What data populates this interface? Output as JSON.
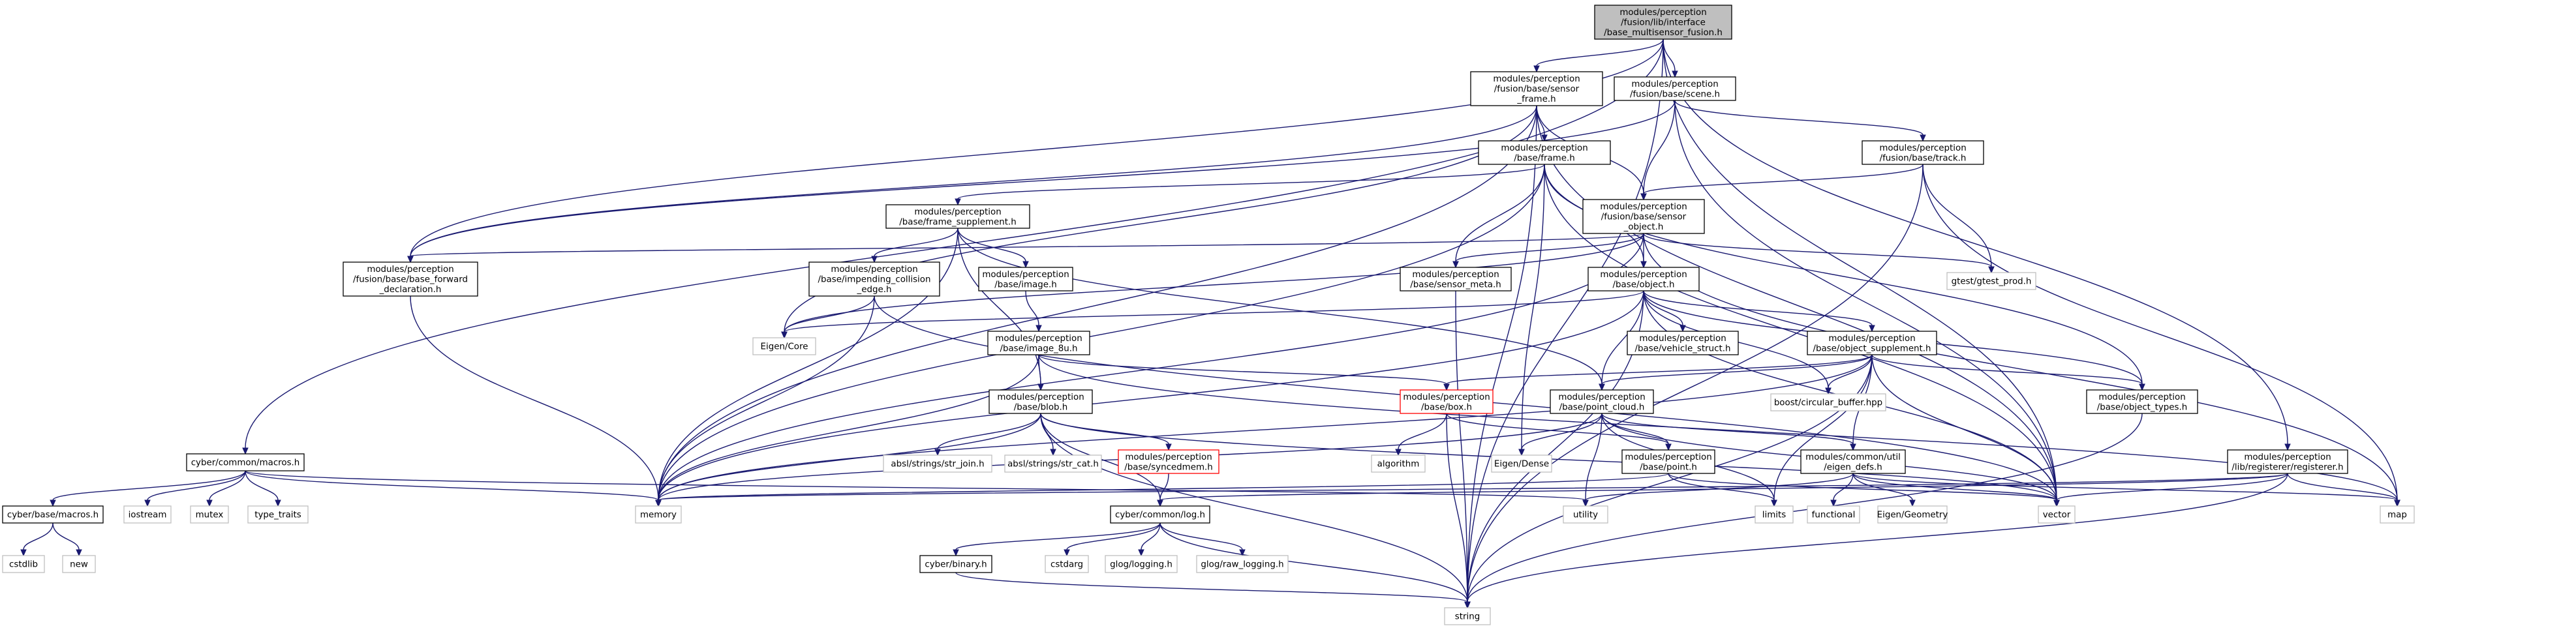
{
  "diagram": {
    "nodes": [
      {
        "id": "n0",
        "style": "root",
        "lines": [
          "modules/perception",
          "/fusion/lib/interface",
          "/base_multisensor_fusion.h"
        ]
      },
      {
        "id": "n1",
        "style": "normal",
        "lines": [
          "modules/perception",
          "/fusion/base/sensor",
          "_frame.h"
        ]
      },
      {
        "id": "n2",
        "style": "normal",
        "lines": [
          "modules/perception",
          "/fusion/base/scene.h"
        ]
      },
      {
        "id": "n3",
        "style": "normal",
        "lines": [
          "modules/perception",
          "/base/frame.h"
        ]
      },
      {
        "id": "n4",
        "style": "normal",
        "lines": [
          "modules/perception",
          "/fusion/base/track.h"
        ]
      },
      {
        "id": "n5",
        "style": "normal",
        "lines": [
          "modules/perception",
          "/base/frame_supplement.h"
        ]
      },
      {
        "id": "n6",
        "style": "normal",
        "lines": [
          "modules/perception",
          "/fusion/base/sensor",
          "_object.h"
        ]
      },
      {
        "id": "n7",
        "style": "normal",
        "lines": [
          "modules/perception",
          "/fusion/base/base_forward",
          "_declaration.h"
        ]
      },
      {
        "id": "n8",
        "style": "normal",
        "lines": [
          "modules/perception",
          "/base/impending_collision",
          "_edge.h"
        ]
      },
      {
        "id": "n9",
        "style": "normal",
        "lines": [
          "modules/perception",
          "/base/image.h"
        ]
      },
      {
        "id": "n10",
        "style": "normal",
        "lines": [
          "modules/perception",
          "/base/sensor_meta.h"
        ]
      },
      {
        "id": "n11",
        "style": "normal",
        "lines": [
          "modules/perception",
          "/base/object.h"
        ]
      },
      {
        "id": "n12",
        "style": "gray",
        "lines": [
          "gtest/gtest_prod.h"
        ]
      },
      {
        "id": "n13",
        "style": "gray",
        "lines": [
          "Eigen/Core"
        ]
      },
      {
        "id": "n14",
        "style": "normal",
        "lines": [
          "modules/perception",
          "/base/image_8u.h"
        ]
      },
      {
        "id": "n15",
        "style": "normal",
        "lines": [
          "modules/perception",
          "/base/vehicle_struct.h"
        ]
      },
      {
        "id": "n16",
        "style": "normal",
        "lines": [
          "modules/perception",
          "/base/object_supplement.h"
        ]
      },
      {
        "id": "n17",
        "style": "normal",
        "lines": [
          "modules/perception",
          "/base/blob.h"
        ]
      },
      {
        "id": "n18",
        "style": "red",
        "lines": [
          "modules/perception",
          "/base/box.h"
        ]
      },
      {
        "id": "n19",
        "style": "normal",
        "lines": [
          "modules/perception",
          "/base/point_cloud.h"
        ]
      },
      {
        "id": "n20",
        "style": "gray",
        "lines": [
          "boost/circular_buffer.hpp"
        ]
      },
      {
        "id": "n21",
        "style": "normal",
        "lines": [
          "modules/perception",
          "/base/object_types.h"
        ]
      },
      {
        "id": "n22",
        "style": "normal",
        "lines": [
          "cyber/common/macros.h"
        ]
      },
      {
        "id": "n23",
        "style": "gray",
        "lines": [
          "absl/strings/str_join.h"
        ]
      },
      {
        "id": "n24",
        "style": "gray",
        "lines": [
          "absl/strings/str_cat.h"
        ]
      },
      {
        "id": "n25",
        "style": "red",
        "lines": [
          "modules/perception",
          "/base/syncedmem.h"
        ]
      },
      {
        "id": "n26",
        "style": "gray",
        "lines": [
          "algorithm"
        ]
      },
      {
        "id": "n27",
        "style": "gray",
        "lines": [
          "Eigen/Dense"
        ]
      },
      {
        "id": "n28",
        "style": "normal",
        "lines": [
          "modules/perception",
          "/base/point.h"
        ]
      },
      {
        "id": "n29",
        "style": "normal",
        "lines": [
          "modules/common/util",
          "/eigen_defs.h"
        ]
      },
      {
        "id": "n30",
        "style": "normal",
        "lines": [
          "modules/perception",
          "/lib/registerer/registerer.h"
        ]
      },
      {
        "id": "n31",
        "style": "normal",
        "lines": [
          "cyber/base/macros.h"
        ]
      },
      {
        "id": "n32",
        "style": "gray",
        "lines": [
          "iostream"
        ]
      },
      {
        "id": "n33",
        "style": "gray",
        "lines": [
          "mutex"
        ]
      },
      {
        "id": "n34",
        "style": "gray",
        "lines": [
          "type_traits"
        ]
      },
      {
        "id": "n35",
        "style": "gray",
        "lines": [
          "memory"
        ]
      },
      {
        "id": "n36",
        "style": "normal",
        "lines": [
          "cyber/common/log.h"
        ]
      },
      {
        "id": "n37",
        "style": "gray",
        "lines": [
          "utility"
        ]
      },
      {
        "id": "n38",
        "style": "gray",
        "lines": [
          "limits"
        ]
      },
      {
        "id": "n39",
        "style": "gray",
        "lines": [
          "vector"
        ]
      },
      {
        "id": "n40",
        "style": "gray",
        "lines": [
          "functional"
        ]
      },
      {
        "id": "n41",
        "style": "gray",
        "lines": [
          "Eigen/Geometry"
        ]
      },
      {
        "id": "n42",
        "style": "gray",
        "lines": [
          "map"
        ]
      },
      {
        "id": "n43",
        "style": "gray",
        "lines": [
          "cstdlib"
        ]
      },
      {
        "id": "n44",
        "style": "gray",
        "lines": [
          "new"
        ]
      },
      {
        "id": "n45",
        "style": "normal",
        "lines": [
          "cyber/binary.h"
        ]
      },
      {
        "id": "n46",
        "style": "gray",
        "lines": [
          "cstdarg"
        ]
      },
      {
        "id": "n47",
        "style": "gray",
        "lines": [
          "glog/logging.h"
        ]
      },
      {
        "id": "n48",
        "style": "gray",
        "lines": [
          "glog/raw_logging.h"
        ]
      },
      {
        "id": "n49",
        "style": "gray",
        "lines": [
          "string"
        ]
      }
    ],
    "edges": [
      [
        "n0",
        "n1"
      ],
      [
        "n0",
        "n2"
      ],
      [
        "n0",
        "n7"
      ],
      [
        "n0",
        "n22"
      ],
      [
        "n0",
        "n30"
      ],
      [
        "n0",
        "n39"
      ],
      [
        "n0",
        "n49"
      ],
      [
        "n1",
        "n3"
      ],
      [
        "n1",
        "n6"
      ],
      [
        "n1",
        "n7"
      ],
      [
        "n1",
        "n13"
      ],
      [
        "n1",
        "n35"
      ],
      [
        "n1",
        "n39"
      ],
      [
        "n1",
        "n49"
      ],
      [
        "n2",
        "n4"
      ],
      [
        "n2",
        "n6"
      ],
      [
        "n2",
        "n7"
      ],
      [
        "n2",
        "n39"
      ],
      [
        "n3",
        "n5"
      ],
      [
        "n3",
        "n10"
      ],
      [
        "n3",
        "n11"
      ],
      [
        "n3",
        "n21"
      ],
      [
        "n3",
        "n27"
      ],
      [
        "n3",
        "n35"
      ],
      [
        "n3",
        "n39"
      ],
      [
        "n4",
        "n6"
      ],
      [
        "n4",
        "n12"
      ],
      [
        "n4",
        "n42"
      ],
      [
        "n4",
        "n49"
      ],
      [
        "n5",
        "n8"
      ],
      [
        "n5",
        "n9"
      ],
      [
        "n5",
        "n17"
      ],
      [
        "n5",
        "n19"
      ],
      [
        "n5",
        "n35"
      ],
      [
        "n6",
        "n7"
      ],
      [
        "n6",
        "n10"
      ],
      [
        "n6",
        "n11"
      ],
      [
        "n6",
        "n12"
      ],
      [
        "n6",
        "n13"
      ],
      [
        "n6",
        "n35"
      ],
      [
        "n6",
        "n42"
      ],
      [
        "n7",
        "n35"
      ],
      [
        "n8",
        "n13"
      ],
      [
        "n8",
        "n35"
      ],
      [
        "n8",
        "n39"
      ],
      [
        "n9",
        "n14"
      ],
      [
        "n10",
        "n49"
      ],
      [
        "n11",
        "n13"
      ],
      [
        "n11",
        "n15"
      ],
      [
        "n11",
        "n16"
      ],
      [
        "n11",
        "n19"
      ],
      [
        "n11",
        "n20"
      ],
      [
        "n11",
        "n21"
      ],
      [
        "n11",
        "n35"
      ],
      [
        "n11",
        "n39"
      ],
      [
        "n11",
        "n49"
      ],
      [
        "n14",
        "n17"
      ],
      [
        "n14",
        "n18"
      ],
      [
        "n14",
        "n35"
      ],
      [
        "n14",
        "n42"
      ],
      [
        "n16",
        "n18"
      ],
      [
        "n16",
        "n19"
      ],
      [
        "n16",
        "n20"
      ],
      [
        "n16",
        "n21"
      ],
      [
        "n16",
        "n29"
      ],
      [
        "n16",
        "n35"
      ],
      [
        "n16",
        "n38"
      ],
      [
        "n16",
        "n39"
      ],
      [
        "n16",
        "n49"
      ],
      [
        "n17",
        "n23"
      ],
      [
        "n17",
        "n24"
      ],
      [
        "n17",
        "n25"
      ],
      [
        "n17",
        "n35"
      ],
      [
        "n17",
        "n36"
      ],
      [
        "n17",
        "n39"
      ],
      [
        "n17",
        "n49"
      ],
      [
        "n18",
        "n26"
      ],
      [
        "n18",
        "n28"
      ],
      [
        "n18",
        "n49"
      ],
      [
        "n19",
        "n27"
      ],
      [
        "n19",
        "n28"
      ],
      [
        "n19",
        "n29"
      ],
      [
        "n19",
        "n35"
      ],
      [
        "n19",
        "n37"
      ],
      [
        "n19",
        "n38"
      ],
      [
        "n19",
        "n39"
      ],
      [
        "n21",
        "n49"
      ],
      [
        "n22",
        "n31"
      ],
      [
        "n22",
        "n32"
      ],
      [
        "n22",
        "n33"
      ],
      [
        "n22",
        "n34"
      ],
      [
        "n22",
        "n35"
      ],
      [
        "n22",
        "n37"
      ],
      [
        "n25",
        "n36"
      ],
      [
        "n28",
        "n35"
      ],
      [
        "n28",
        "n38"
      ],
      [
        "n28",
        "n39"
      ],
      [
        "n29",
        "n37"
      ],
      [
        "n29",
        "n39"
      ],
      [
        "n29",
        "n40"
      ],
      [
        "n29",
        "n41"
      ],
      [
        "n29",
        "n42"
      ],
      [
        "n30",
        "n35"
      ],
      [
        "n30",
        "n36"
      ],
      [
        "n30",
        "n39"
      ],
      [
        "n30",
        "n42"
      ],
      [
        "n30",
        "n49"
      ],
      [
        "n31",
        "n43"
      ],
      [
        "n31",
        "n44"
      ],
      [
        "n36",
        "n45"
      ],
      [
        "n36",
        "n46"
      ],
      [
        "n36",
        "n47"
      ],
      [
        "n36",
        "n48"
      ],
      [
        "n36",
        "n49"
      ],
      [
        "n45",
        "n49"
      ]
    ]
  }
}
